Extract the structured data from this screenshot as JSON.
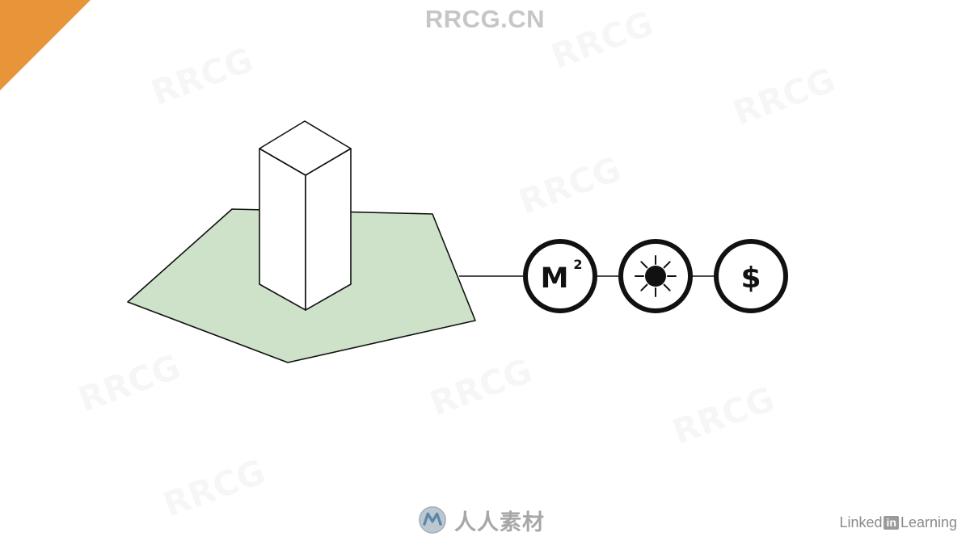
{
  "watermark_top": "RRCG.CN",
  "watermark_bottom": "人人素材",
  "watermark_bottom_icon": "rrcg-logo-icon",
  "ghost_watermark": "RRCG",
  "brand": {
    "linked": "Linked",
    "in": "in",
    "learning": "Learning"
  },
  "metric_icons": [
    {
      "label": "M",
      "superscript": "2",
      "icon": "area-icon"
    },
    {
      "label": "",
      "icon": "sun-icon"
    },
    {
      "label": "$",
      "icon": "dollar-icon"
    }
  ],
  "colors": {
    "site": "#cde2c9",
    "corner": "#e8953a",
    "stroke": "#111111",
    "watermark": "#c6c6c6"
  }
}
